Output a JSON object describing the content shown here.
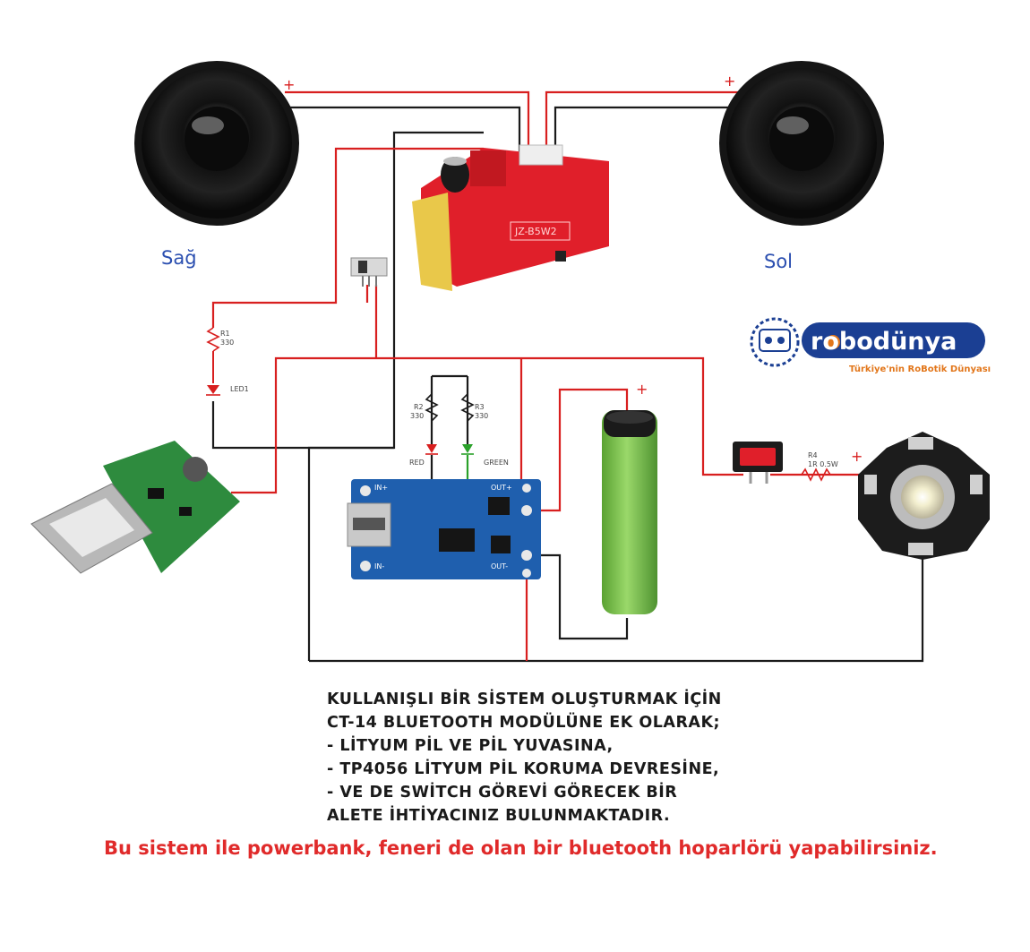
{
  "speakers": {
    "right_label": "Sağ",
    "left_label": "Sol",
    "plus": "+"
  },
  "bt_module": {
    "label": "JZ-B5W2"
  },
  "resistors": {
    "r1": {
      "name": "R1",
      "value": "330"
    },
    "r2": {
      "name": "R2",
      "value": "330"
    },
    "r3": {
      "name": "R3",
      "value": "330"
    },
    "r4": {
      "name": "R4",
      "value": "1R 0.5W"
    }
  },
  "leds": {
    "led1": "LED1",
    "red": "RED",
    "green": "GREEN"
  },
  "charger": {
    "in_plus": "IN+",
    "in_minus": "IN-",
    "out_plus": "OUT+",
    "out_minus": "OUT-"
  },
  "battery": {
    "plus": "+"
  },
  "power_led": {
    "plus": "+"
  },
  "logo": {
    "name": "robodünya",
    "tagline": "Türkiye'nin RoBotik Dünyası"
  },
  "notes": [
    "KULLANIŞLI BİR SİSTEM OLUŞTURMAK İÇİN",
    "CT-14 BLUETOOTH MODÜLÜNE EK OLARAK;",
    "- LİTYUM PİL VE PİL YUVASINA,",
    "- TP4056 LİTYUM PİL KORUMA DEVRESİNE,",
    "- VE DE SWİTCH GÖREVİ GÖRECEK BİR",
    "ALETE İHTİYACINIZ BULUNMAKTADIR."
  ],
  "footer": "Bu sistem ile powerbank, feneri de olan bir bluetooth hoparlörü yapabilirsiniz.",
  "colors": {
    "wire_red": "#d81f1f",
    "wire_black": "#1a1a1a",
    "bt_red": "#e01f2a",
    "pcb_green": "#2e8b3e",
    "pcb_blue": "#1f5fae",
    "battery_green": "#7fc64a"
  }
}
